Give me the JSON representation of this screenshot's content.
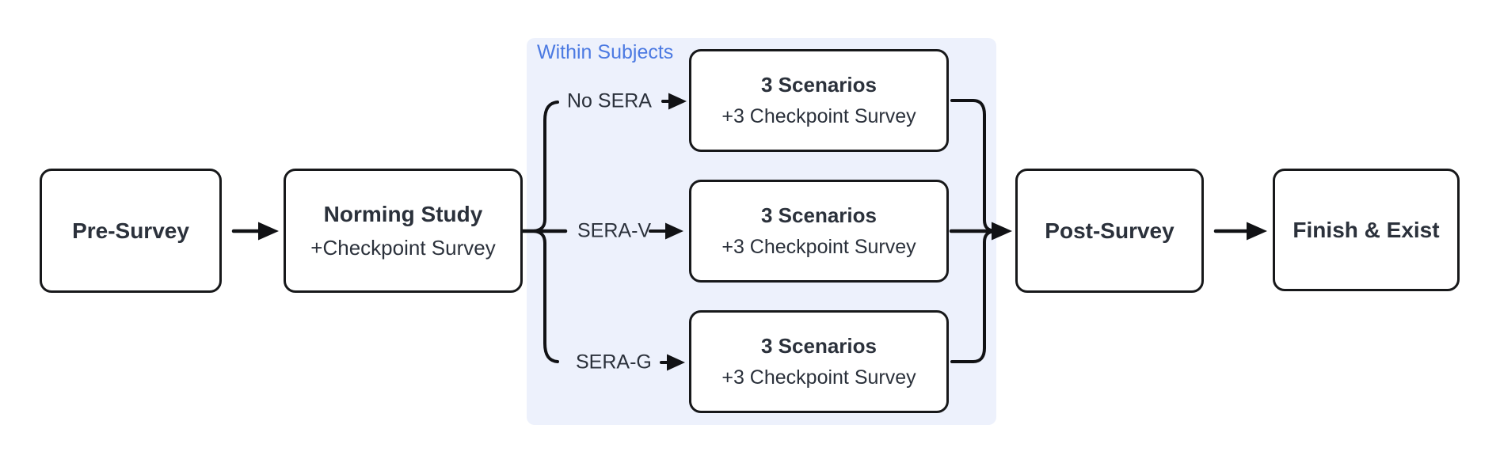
{
  "diagram": {
    "group": {
      "label": "Within Subjects",
      "bg_color": "#edf1fc",
      "label_color": "#4c7ae2"
    },
    "nodes": {
      "pre_survey": {
        "title": "Pre-Survey"
      },
      "norming": {
        "title": "Norming Study",
        "subtitle": "+Checkpoint Survey"
      },
      "post_survey": {
        "title": "Post-Survey"
      },
      "finish": {
        "title": "Finish & Exist"
      }
    },
    "branches": [
      {
        "label": "No SERA",
        "box": {
          "title": "3 Scenarios",
          "subtitle": "+3 Checkpoint Survey"
        }
      },
      {
        "label": "SERA-V",
        "box": {
          "title": "3 Scenarios",
          "subtitle": "+3 Checkpoint Survey"
        }
      },
      {
        "label": "SERA-G",
        "box": {
          "title": "3 Scenarios",
          "subtitle": "+3 Checkpoint Survey"
        }
      }
    ],
    "colors": {
      "canvas_bg": "#ffffff",
      "node_fill": "#ffffff",
      "node_stroke": "#17181a",
      "connector": "#111215",
      "text": "#2b313b"
    }
  }
}
